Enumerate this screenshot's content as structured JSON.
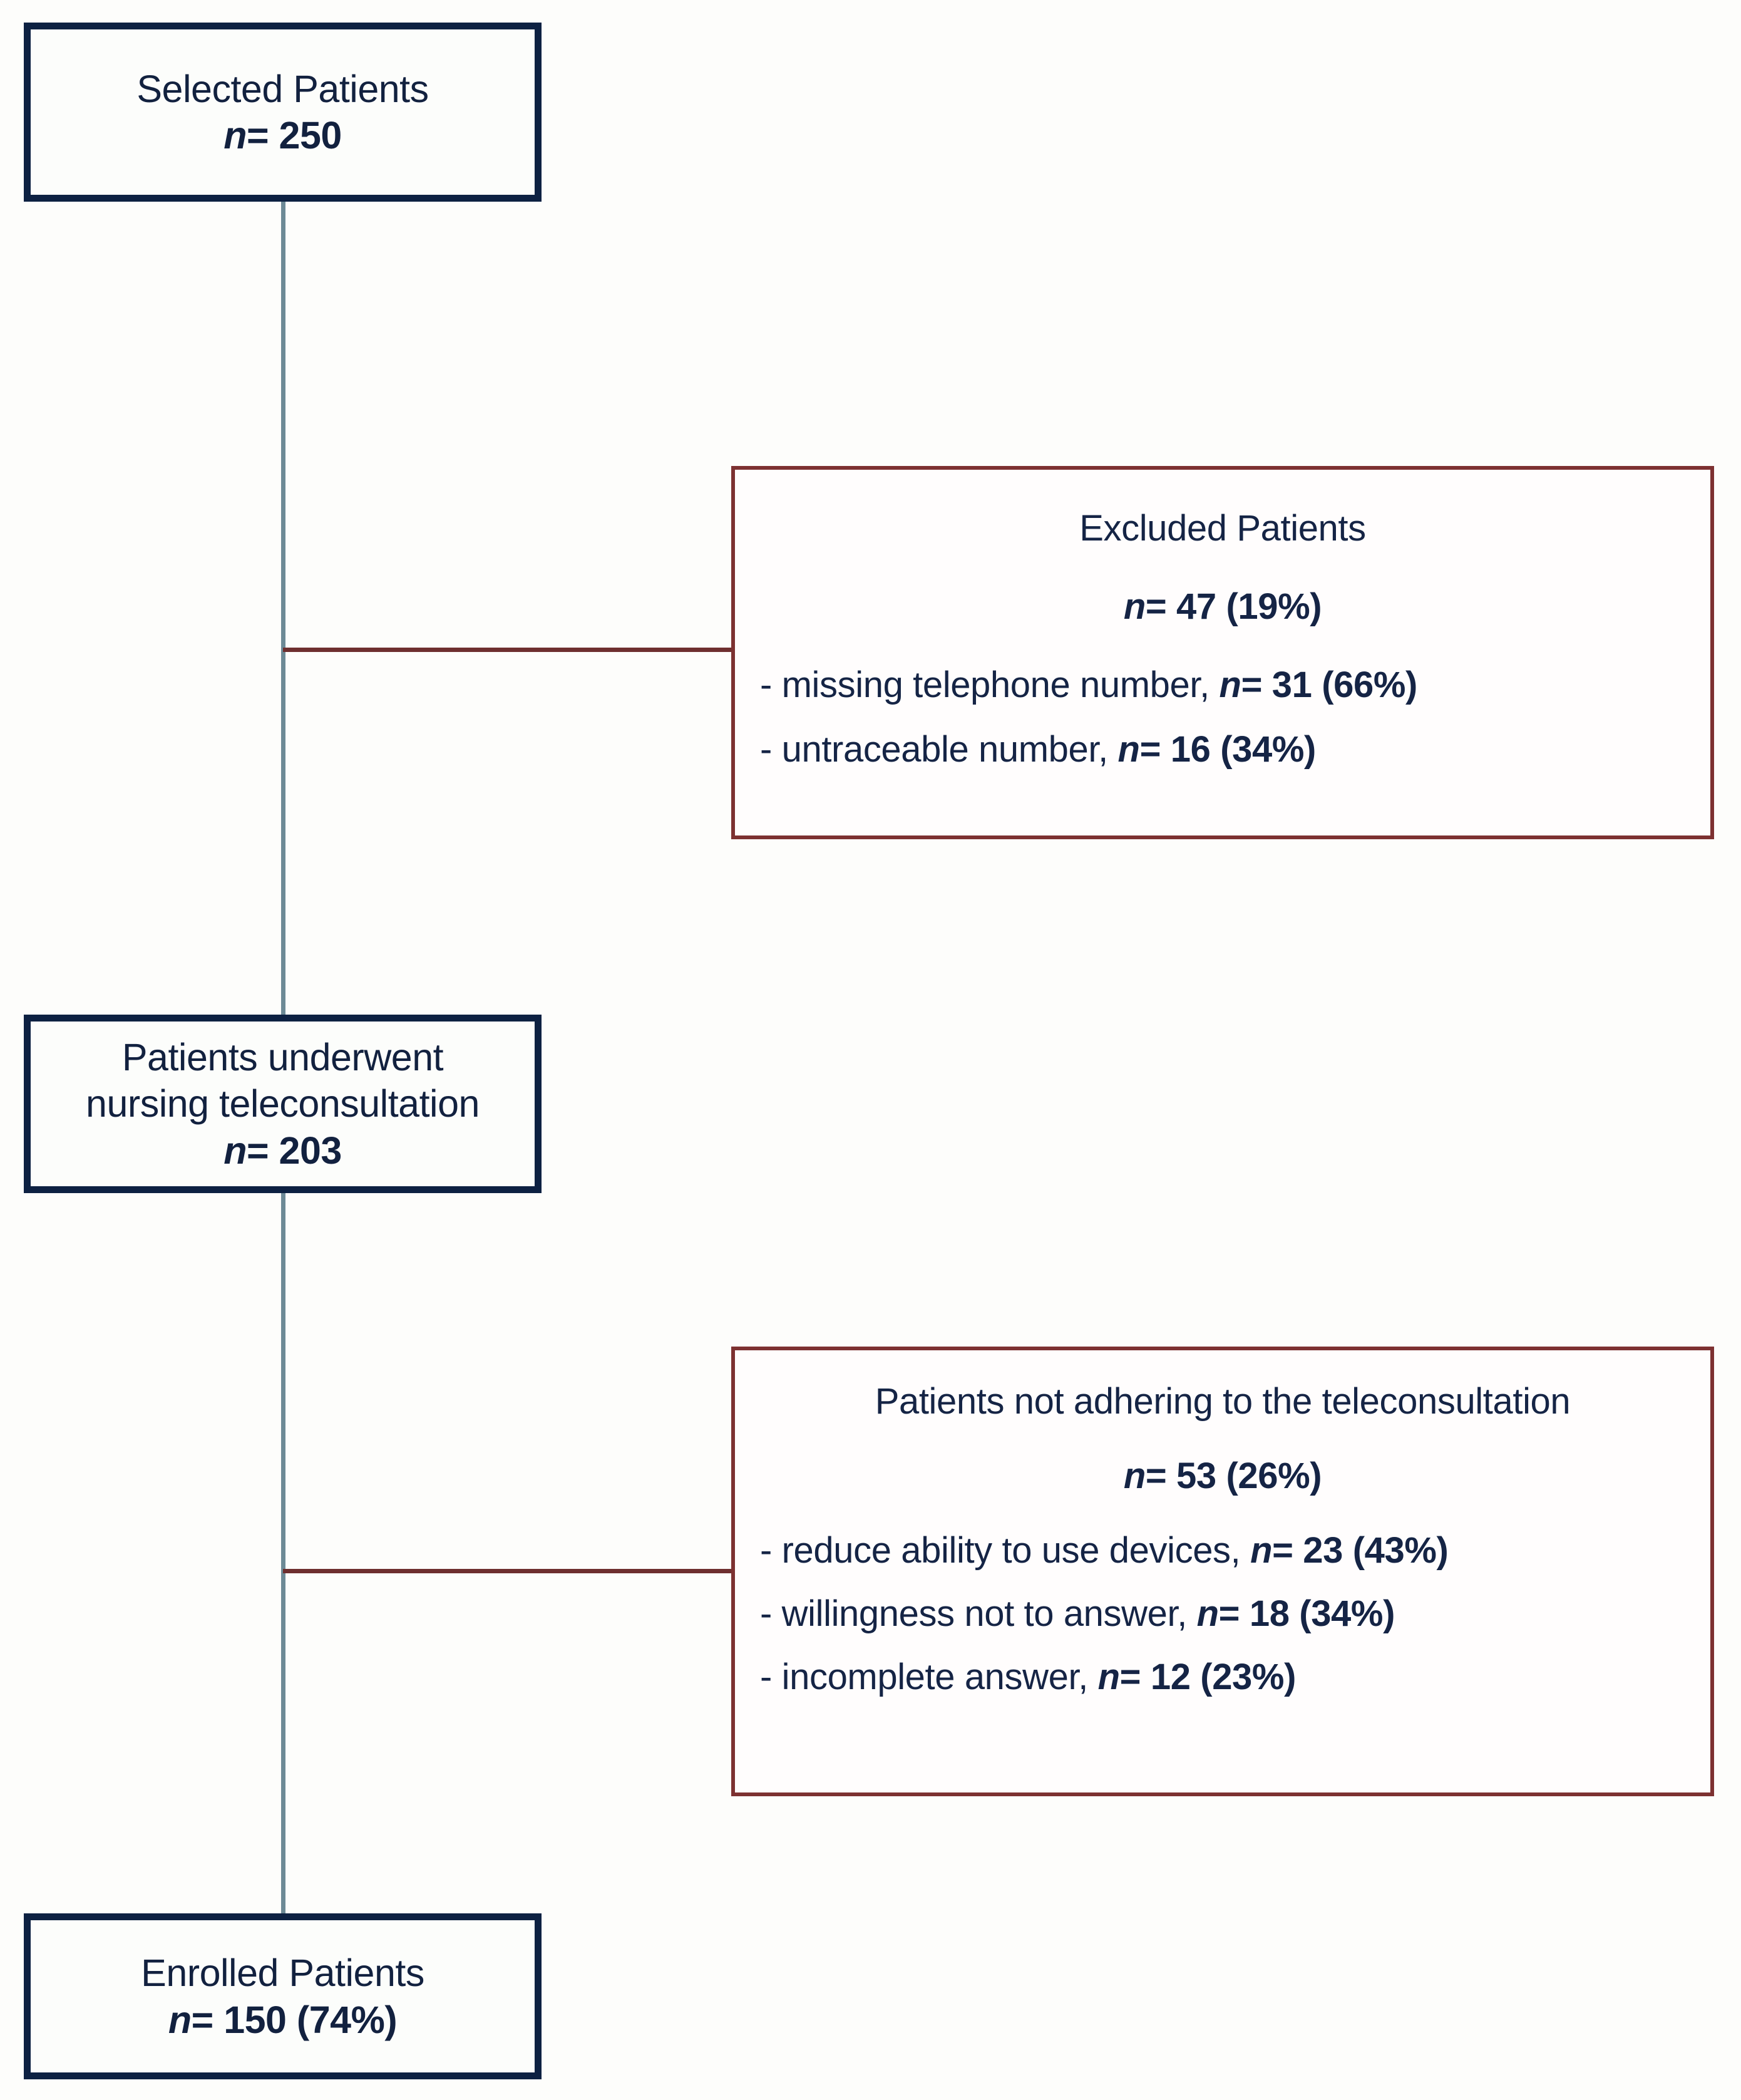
{
  "figure": {
    "type": "patient-flow-diagram",
    "colors": {
      "primary_border": "#0d2142",
      "excluded_border": "#7d3131",
      "connector_vertical": "#6d8a96",
      "connector_horizontal": "#6e2f2f",
      "text": "#12213f",
      "background": "#fdfdfb"
    }
  },
  "nodes": {
    "selected": {
      "title": "Selected Patients",
      "n_label": "n",
      "count": "= 250"
    },
    "underwent": {
      "title_line1": "Patients underwent",
      "title_line2": "nursing teleconsultation",
      "n_label": "n",
      "count": "= 203"
    },
    "enrolled": {
      "title": "Enrolled Patients",
      "n_label": "n",
      "count": "= 150  (74%)"
    },
    "excluded": {
      "title": "Excluded Patients",
      "n_label": "n",
      "count": "= 47  (19%)",
      "reasons": [
        {
          "text": "- missing telephone number, ",
          "n_label": "n",
          "value": "= 31  (66%)"
        },
        {
          "text": "- untraceable number, ",
          "n_label": "n",
          "value": "= 16  (34%)"
        }
      ]
    },
    "not_adhering": {
      "title": "Patients not adhering to the teleconsultation",
      "n_label": "n",
      "count": "= 53  (26%)",
      "reasons": [
        {
          "text": "- reduce ability to use devices, ",
          "n_label": "n",
          "value": "= 23  (43%)"
        },
        {
          "text": "- willingness not to answer, ",
          "n_label": "n",
          "value": "= 18  (34%)"
        },
        {
          "text": "- incomplete answer, ",
          "n_label": "n",
          "value": "= 12  (23%)"
        }
      ]
    }
  }
}
